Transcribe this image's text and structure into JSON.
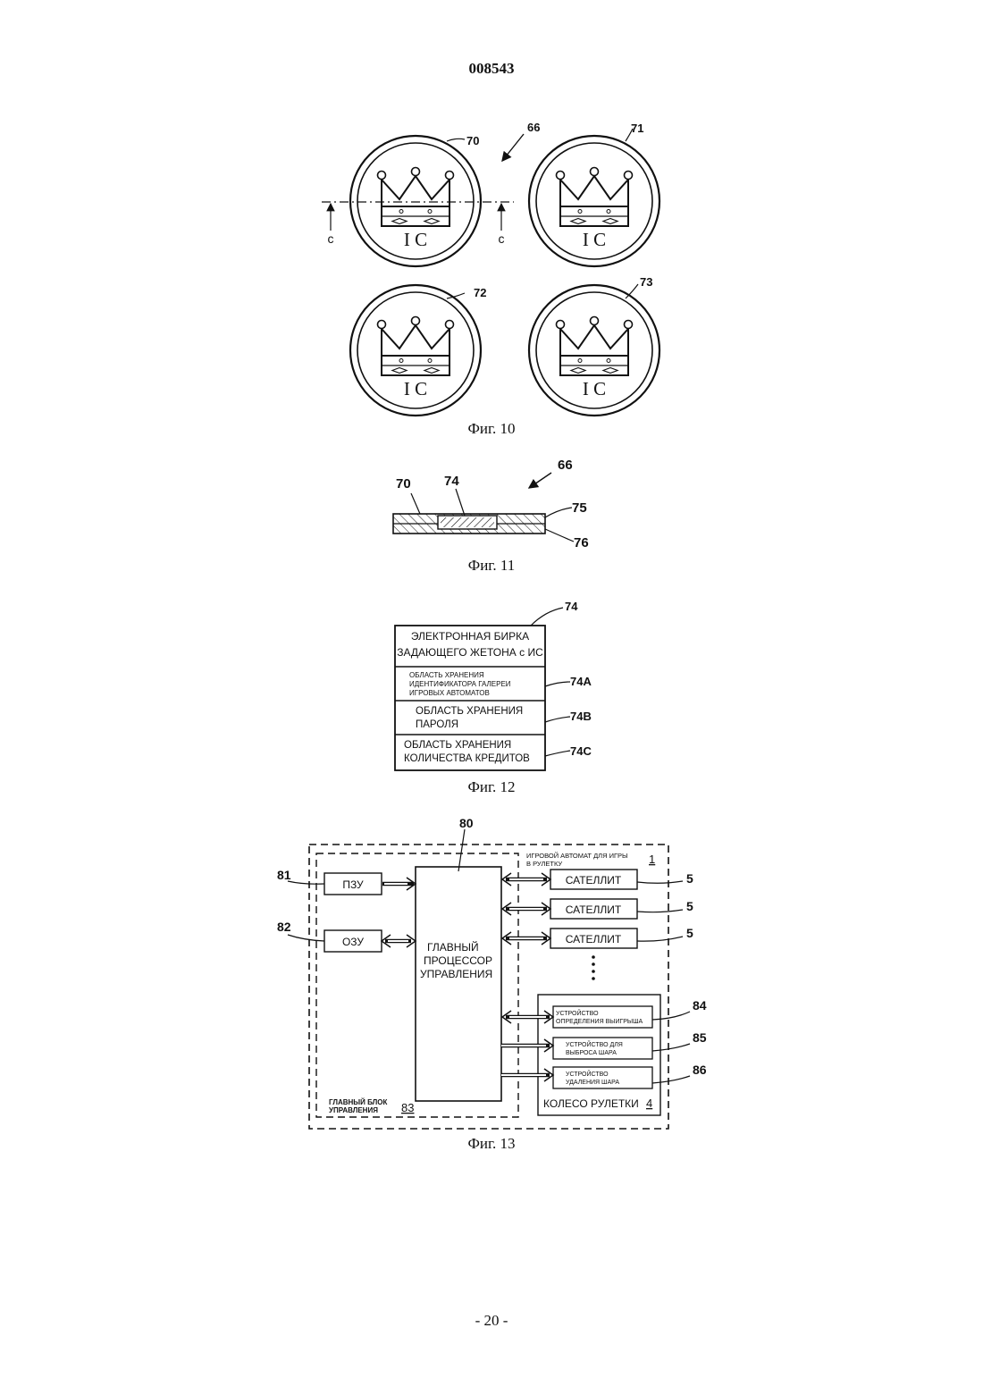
{
  "header": {
    "doc_number": "008543"
  },
  "footer": {
    "page_number": "- 20 -"
  },
  "fig10": {
    "caption": "Фиг. 10",
    "group_ref": "66",
    "token_refs": [
      "70",
      "71",
      "72",
      "73"
    ],
    "token_label": "I C",
    "section_mark": "c"
  },
  "fig11": {
    "caption": "Фиг. 11",
    "refs": {
      "group": "66",
      "body": "70",
      "chip": "74",
      "top_layer": "75",
      "bottom_layer": "76"
    }
  },
  "fig12": {
    "caption": "Фиг. 12",
    "ref_main": "74",
    "title_line1": "ЭЛЕКТРОННАЯ БИРКА",
    "title_line2": "ЗАДАЮЩЕГО ЖЕТОНА с ИС",
    "rows": [
      {
        "ref": "74A",
        "lines": [
          "ОБЛАСТЬ ХРАНЕНИЯ",
          "ИДЕНТИФИКАТОРА ГАЛЕРЕИ",
          "ИГРОВЫХ АВТОМАТОВ"
        ]
      },
      {
        "ref": "74B",
        "lines": [
          "ОБЛАСТЬ ХРАНЕНИЯ",
          "ПАРОЛЯ"
        ]
      },
      {
        "ref": "74C",
        "lines": [
          "ОБЛАСТЬ ХРАНЕНИЯ",
          "КОЛИЧЕСТВА КРЕДИТОВ"
        ]
      }
    ]
  },
  "fig13": {
    "caption": "Фиг. 13",
    "ref_cpu": "80",
    "ref_rom": "81",
    "ref_ram": "82",
    "rom_label": "ПЗУ",
    "ram_label": "ОЗУ",
    "cpu_lines": [
      "ГЛАВНЫЙ",
      "ПРОЦЕССОР",
      "УПРАВЛЕНИЯ"
    ],
    "machine_lines": [
      "ИГРОВОЙ АВТОМАТ ДЛЯ ИГРЫ",
      "В РУЛЕТКУ"
    ],
    "machine_ref": "1",
    "satellite_label": "САТЕЛЛИТ",
    "satellite_ref": "5",
    "main_block_lines": [
      "ГЛАВНЫЙ БЛОК",
      "УПРАВЛЕНИЯ"
    ],
    "main_block_ref": "83",
    "wheel_label": "КОЛЕСО РУЛЕТКИ",
    "wheel_ref": "4",
    "devices": [
      {
        "ref": "84",
        "lines": [
          "УСТРОЙСТВО",
          "ОПРЕДЕЛЕНИЯ ВЫИГРЫША"
        ]
      },
      {
        "ref": "85",
        "lines": [
          "УСТРОЙСТВО ДЛЯ",
          "ВЫБРОСА ШАРА"
        ]
      },
      {
        "ref": "86",
        "lines": [
          "УСТРОЙСТВО",
          "УДАЛЕНИЯ ШАРА"
        ]
      }
    ]
  }
}
